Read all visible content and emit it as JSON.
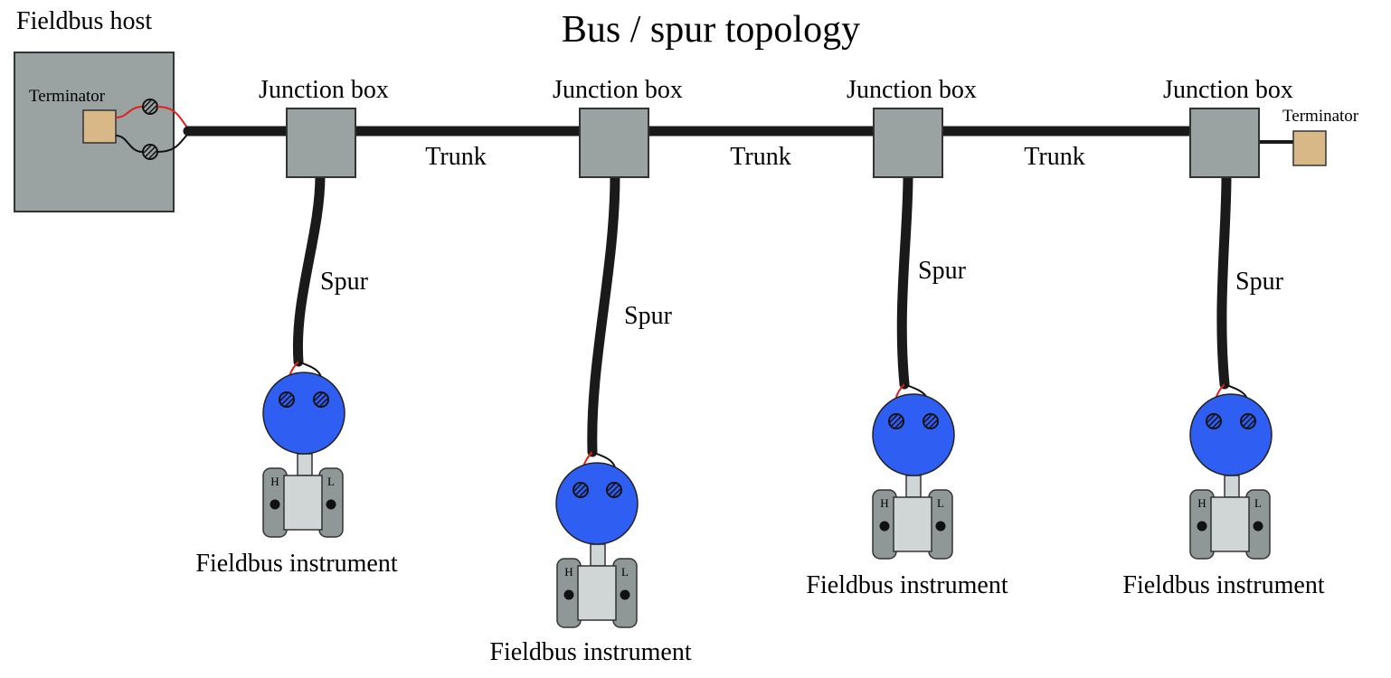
{
  "title": "Bus / spur topology",
  "host": {
    "label": "Fieldbus host",
    "terminator_label": "Terminator"
  },
  "end_terminator_label": "Terminator",
  "junction_boxes": [
    {
      "label": "Junction box"
    },
    {
      "label": "Junction box"
    },
    {
      "label": "Junction box"
    },
    {
      "label": "Junction box"
    }
  ],
  "trunk_segments": [
    {
      "label": "Trunk"
    },
    {
      "label": "Trunk"
    },
    {
      "label": "Trunk"
    }
  ],
  "spurs": [
    {
      "label": "Spur"
    },
    {
      "label": "Spur"
    },
    {
      "label": "Spur"
    },
    {
      "label": "Spur"
    }
  ],
  "instruments": [
    {
      "label": "Fieldbus instrument",
      "high_port": "H",
      "low_port": "L"
    },
    {
      "label": "Fieldbus instrument",
      "high_port": "H",
      "low_port": "L"
    },
    {
      "label": "Fieldbus instrument",
      "high_port": "H",
      "low_port": "L"
    },
    {
      "label": "Fieldbus instrument",
      "high_port": "H",
      "low_port": "L"
    }
  ],
  "colors": {
    "cable": "#1a1a1a",
    "box_fill": "#9aa3a1",
    "terminator_fill": "#d8b886",
    "instrument_head": "#2f5ef2",
    "sensor_fill": "#cfd6d5",
    "flange_fill": "#8f9897",
    "red_wire": "#e02020"
  }
}
